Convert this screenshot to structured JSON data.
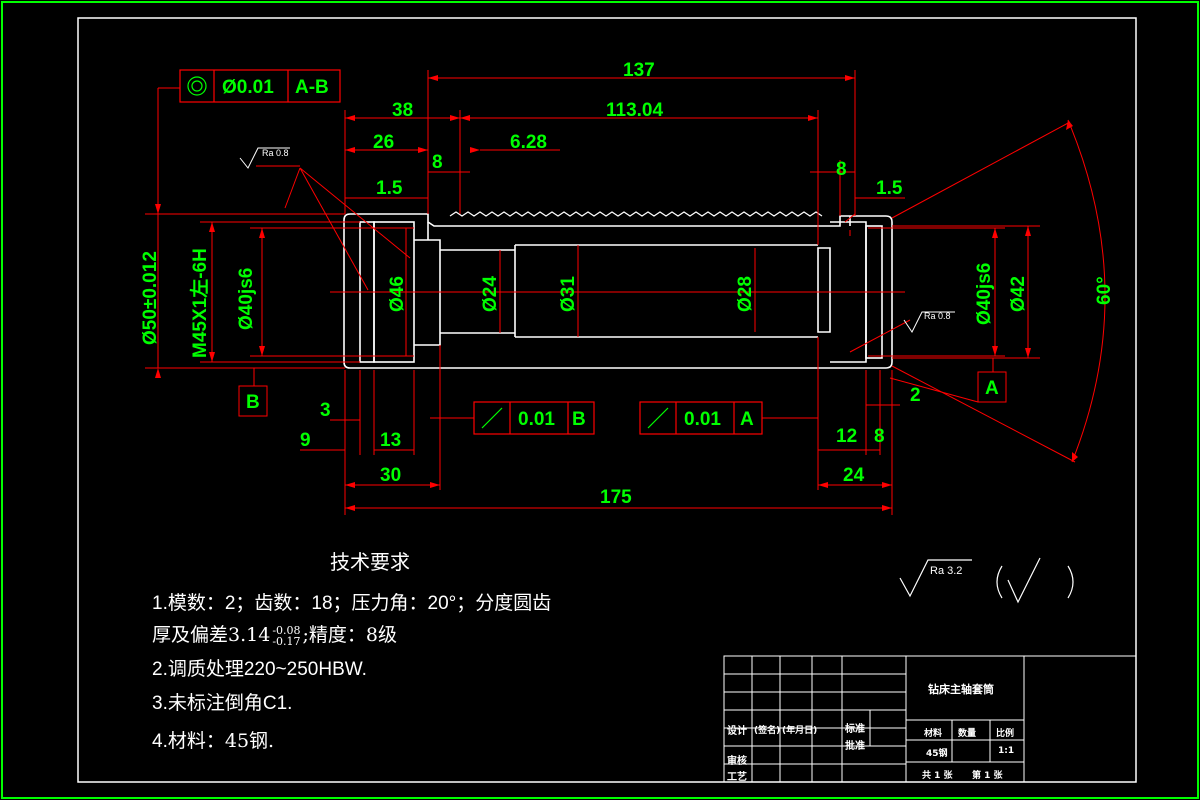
{
  "colors": {
    "background": "#000000",
    "frame": "#ffffff",
    "outline": "#ffffff",
    "dimension": "#ff0000",
    "text": "#00ff00",
    "border": "#00ff00"
  },
  "dims": {
    "d137": "137",
    "d38": "38",
    "d113": "113.04",
    "d26": "26",
    "d628": "6.28",
    "d8a": "8",
    "d8b": "8",
    "d15a": "1.5",
    "d15b": "1.5",
    "d3": "3",
    "d9": "9",
    "d13": "13",
    "d30": "30",
    "d175": "175",
    "d12": "12",
    "d8c": "8",
    "d24": "24",
    "d2": "2",
    "d60": "60°"
  },
  "diameters": {
    "phi50": "Ø50±0.012",
    "m45": "M45X1左-6H",
    "phi40l": "Ø40js6",
    "phi46": "Ø46",
    "phi24": "Ø24",
    "phi31": "Ø31",
    "phi28": "Ø28",
    "phi40r": "Ø40js6",
    "phi42": "Ø42"
  },
  "tolerances": {
    "top": {
      "value": "Ø0.01",
      "datum": "A-B"
    },
    "runout_b": {
      "value": "0.01",
      "datum": "B"
    },
    "runout_a": {
      "value": "0.01",
      "datum": "A"
    }
  },
  "datums": {
    "a": "A",
    "b": "B"
  },
  "roughness": {
    "top": "Ra 0.8",
    "right": "Ra 0.8",
    "general": "Ra 3.2"
  },
  "notes": {
    "title": "技术要求",
    "line1": "1.模数：2；齿数：18；压力角：20°；分度圆齿",
    "line2": "厚及偏差3.14",
    "tol_up": "-0.08",
    "tol_low": "-0.17",
    "line2b": ";精度：8级",
    "line3a": "2.调质处理",
    "line3b": "220~250HBW.",
    "line4": "3.未标注倒角C1.",
    "line5a": "4.材料：",
    "line5b": "45钢."
  },
  "titleblock": {
    "name": "钻床主轴套筒",
    "design": "设计",
    "sign": "(签名)",
    "date": "(年月日)",
    "standard": "标准",
    "approve": "批准",
    "review": "审核",
    "process": "工艺",
    "material_h": "材料",
    "qty_h": "数量",
    "scale_h": "比例",
    "material": "45钢",
    "scale": "1:1",
    "sheets": "共 1 张",
    "sheet": "第 1 张"
  }
}
